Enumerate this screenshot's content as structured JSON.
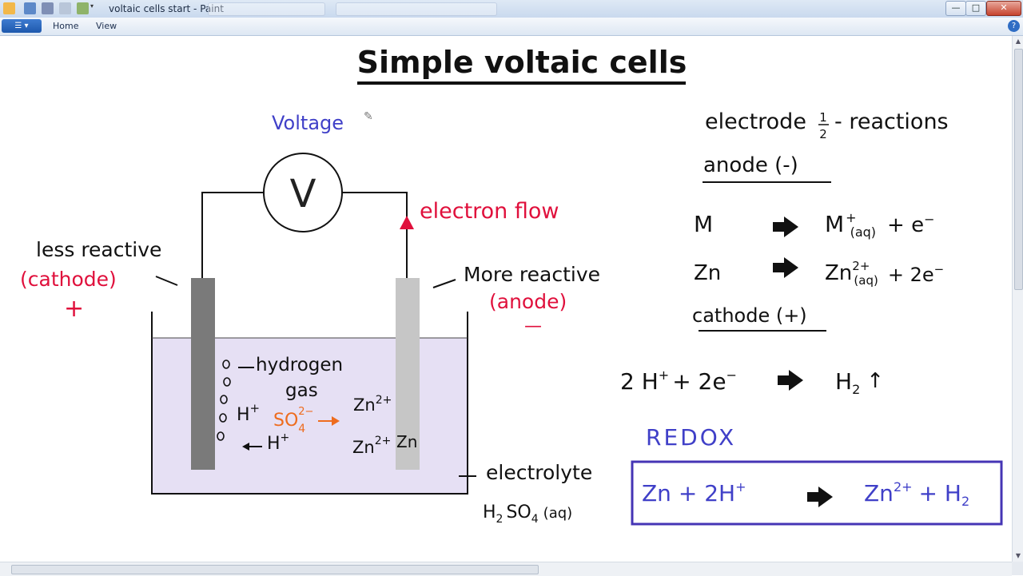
{
  "window": {
    "title": "voltaic cells start - Paint",
    "controls": {
      "minimize": "—",
      "maximize": "□",
      "close": "✕"
    }
  },
  "ribbon": {
    "tabs": [
      "Home",
      "View"
    ],
    "help": "?"
  },
  "colors": {
    "blue": "#4040c8",
    "red": "#e0103c",
    "orange": "#ee6c1e",
    "black": "#111111",
    "electrolyte": "#e6e0f4",
    "redox_box": "#4535b5"
  },
  "drawing": {
    "title": "Simple voltaic cells",
    "voltage_label": "Voltage",
    "meter_symbol": "V",
    "electron_flow": "electron flow",
    "less_reactive": "less reactive",
    "cathode_label": "(cathode)",
    "cathode_sign": "+",
    "more_reactive": "More reactive",
    "anode_label": "(anode)",
    "anode_sign": "—",
    "hydrogen": "hydrogen",
    "gas": "gas",
    "h_plus": "H",
    "h_plus_sup": "+",
    "h_plus_lower": "H",
    "h_plus_lower_sup": "+",
    "zn_upper": "Zn",
    "zn_upper_sup": "2+",
    "zn_lower": "Zn",
    "zn_lower_sup": "2+",
    "zn_electrode": "Zn",
    "sulfate": "SO",
    "sulfate_sub": "4",
    "sulfate_sup": "2−",
    "electrolyte": "electrolyte",
    "acid": "H",
    "acid_sub": "2",
    "acid_rest": "SO",
    "acid_sub2": "4",
    "acid_state": "(aq)"
  },
  "notes": {
    "heading_pre": "electrode",
    "heading_half_num": "1",
    "heading_half_den": "2",
    "heading_post": "- reactions",
    "anode_heading": "anode (-)",
    "r1_left": "M",
    "r1_right": "M",
    "r1_sup": "+",
    "r1_sub": "(aq)",
    "r1_tail": "+ e",
    "r1_tail_sup": "−",
    "r2_left": "Zn",
    "r2_right": "Zn",
    "r2_sup": "2+",
    "r2_sub": "(aq)",
    "r2_tail": "+ 2e",
    "r2_tail_sup": "−",
    "cathode_heading": "cathode (+)",
    "r3_left": "2 H",
    "r3_left_sup": "+",
    "r3_mid": "+  2e",
    "r3_mid_sup": "−",
    "r3_right": "H",
    "r3_right_sub": "2",
    "r3_right_gas": "↑",
    "redox_title": "REDOX",
    "redox_left": "Zn  + 2H",
    "redox_left_sup": "+",
    "redox_right": "Zn",
    "redox_right_sup": "2+",
    "redox_tail": "+ H",
    "redox_tail_sub": "2"
  }
}
